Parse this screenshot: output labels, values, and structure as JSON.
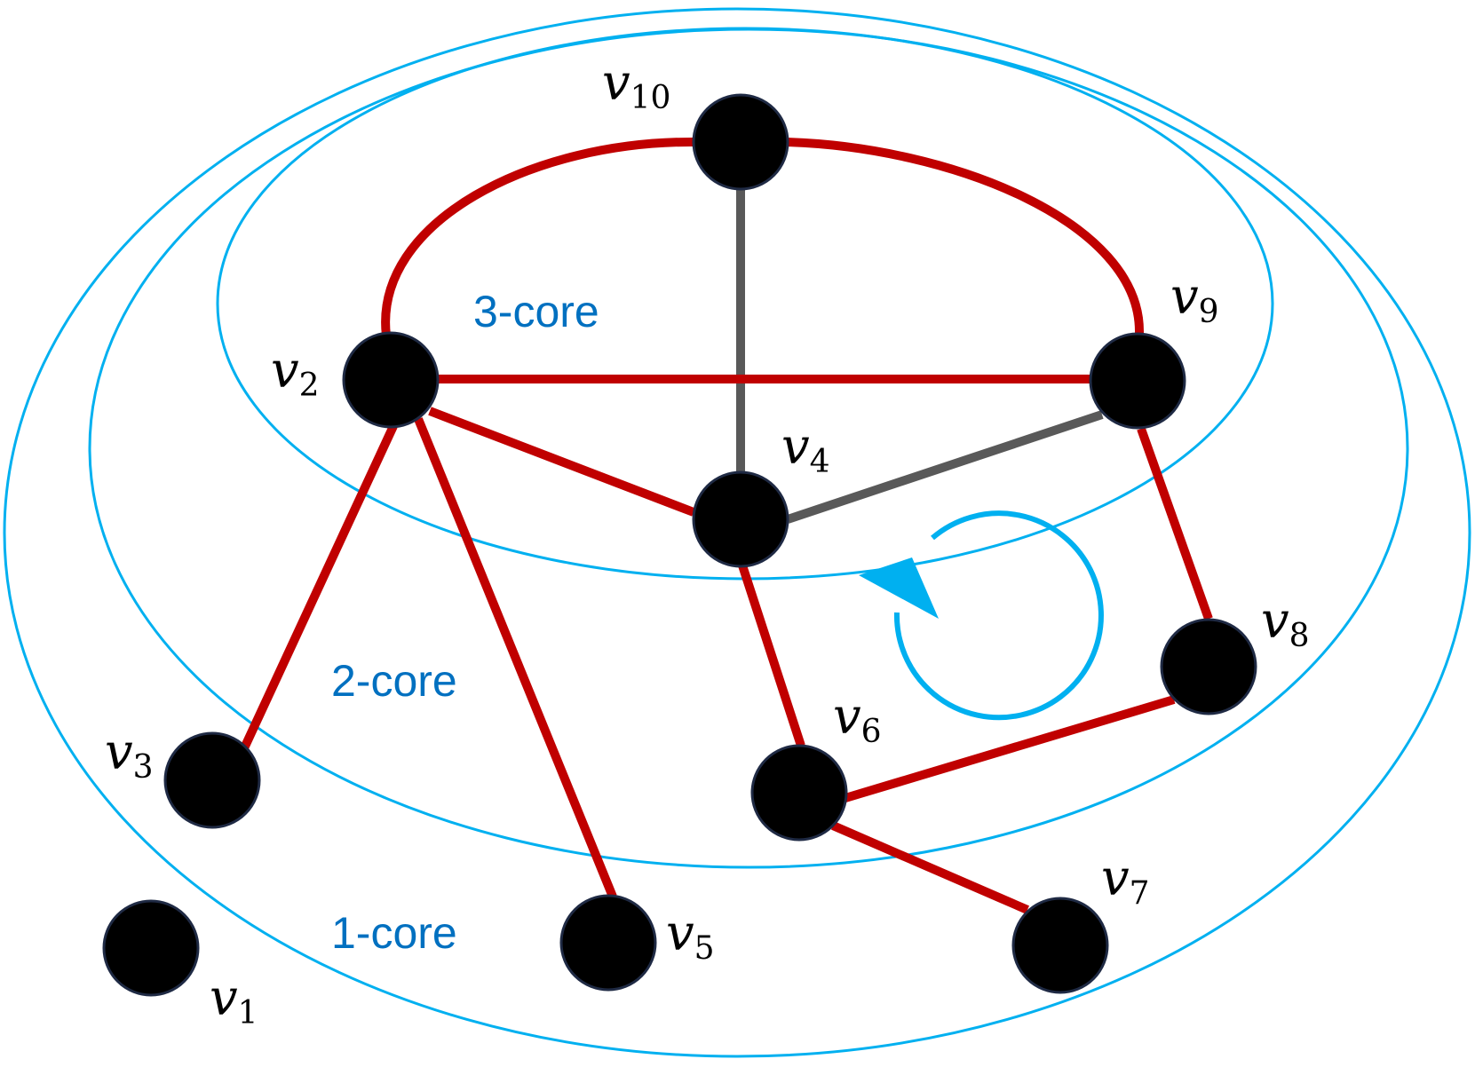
{
  "colors": {
    "ring": "#00B0F0",
    "core_text": "#0070C0",
    "edge_red": "#C00000",
    "edge_gray": "#595959",
    "node_fill": "#000000",
    "node_stroke": "#1F2A44",
    "arrow": "#00B0F0"
  },
  "core_labels": [
    {
      "id": "core3",
      "text": "3-core"
    },
    {
      "id": "core2",
      "text": "2-core"
    },
    {
      "id": "core1",
      "text": "1-core"
    }
  ],
  "nodes": [
    {
      "id": "v1",
      "name": "v",
      "sub": "1"
    },
    {
      "id": "v2",
      "name": "v",
      "sub": "2"
    },
    {
      "id": "v3",
      "name": "v",
      "sub": "3"
    },
    {
      "id": "v4",
      "name": "v",
      "sub": "4"
    },
    {
      "id": "v5",
      "name": "v",
      "sub": "5"
    },
    {
      "id": "v6",
      "name": "v",
      "sub": "6"
    },
    {
      "id": "v7",
      "name": "v",
      "sub": "7"
    },
    {
      "id": "v8",
      "name": "v",
      "sub": "8"
    },
    {
      "id": "v9",
      "name": "v",
      "sub": "9"
    },
    {
      "id": "v10",
      "name": "v",
      "sub": "10"
    }
  ],
  "edges": [
    {
      "from": "v10",
      "to": "v2",
      "color": "red",
      "curved": true
    },
    {
      "from": "v10",
      "to": "v9",
      "color": "red",
      "curved": true
    },
    {
      "from": "v10",
      "to": "v4",
      "color": "gray",
      "curved": false
    },
    {
      "from": "v2",
      "to": "v9",
      "color": "red",
      "curved": false
    },
    {
      "from": "v2",
      "to": "v4",
      "color": "red",
      "curved": false
    },
    {
      "from": "v4",
      "to": "v9",
      "color": "gray",
      "curved": false
    },
    {
      "from": "v2",
      "to": "v3",
      "color": "red",
      "curved": false
    },
    {
      "from": "v2",
      "to": "v5",
      "color": "red",
      "curved": false
    },
    {
      "from": "v4",
      "to": "v6",
      "color": "red",
      "curved": false
    },
    {
      "from": "v9",
      "to": "v8",
      "color": "red",
      "curved": false
    },
    {
      "from": "v8",
      "to": "v6",
      "color": "red",
      "curved": false
    },
    {
      "from": "v6",
      "to": "v7",
      "color": "red",
      "curved": false
    }
  ]
}
